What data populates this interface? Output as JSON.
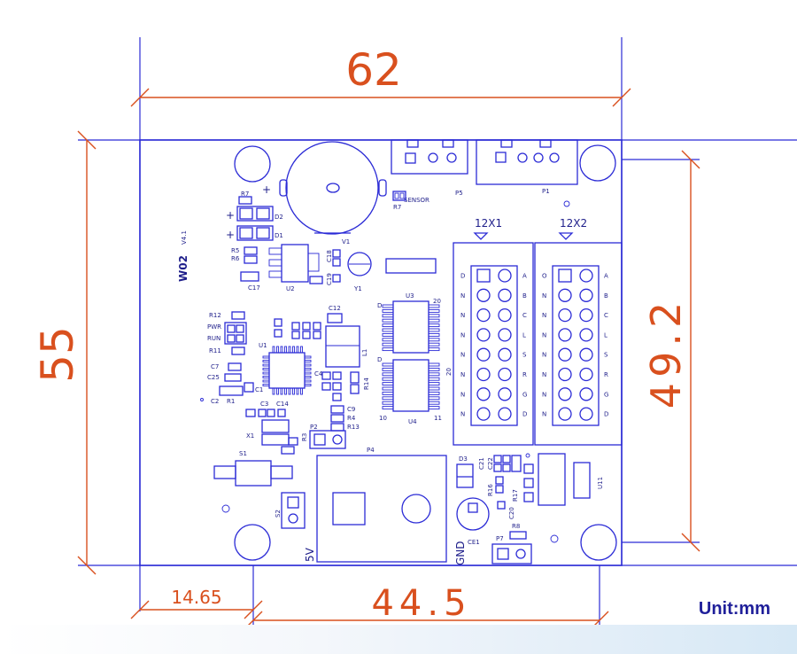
{
  "dimensions": {
    "width": "62",
    "height": "55",
    "hole_span_vertical": "49.2",
    "hole_offset_left": "14.65",
    "hole_span_horizontal": "44.5"
  },
  "unit_label": "Unit:mm",
  "board": {
    "name": "W02",
    "version": "V4.1",
    "headers": [
      "12X1",
      "12X2"
    ],
    "header1_left": [
      "D",
      "N",
      "N",
      "N",
      "N",
      "N",
      "N",
      "N"
    ],
    "header1_right": [
      "A",
      "B",
      "C",
      "L",
      "S",
      "R",
      "G",
      "D"
    ],
    "header2_left": [
      "O",
      "N",
      "N",
      "N",
      "N",
      "N",
      "N",
      "N"
    ],
    "header2_right": [
      "A",
      "B",
      "C",
      "L",
      "S",
      "R",
      "G",
      "D"
    ],
    "labels": {
      "sensor": "SENSOR",
      "p5": "P5",
      "p1": "P1",
      "r7": "R7",
      "r7b": "R7",
      "d2": "D2",
      "d1": "D1",
      "r5": "R5",
      "r6": "R6",
      "c17": "C17",
      "u2": "U2",
      "v1": "V1",
      "y1": "Y1",
      "c18": "C18",
      "c19": "C19",
      "u3": "U3",
      "u4": "U4",
      "l1": "L1",
      "r14": "R14",
      "c12": "C12",
      "r12": "R12",
      "pwr": "PWR",
      "run": "RUN",
      "r11": "R11",
      "u1": "U1",
      "c7": "C7",
      "c25": "C25",
      "c2": "C2",
      "r1": "R1",
      "c1": "C1",
      "c4": "C4",
      "c9": "C9",
      "r4": "R4",
      "r13": "R13",
      "c3": "C3",
      "c14": "C14",
      "x1": "X1",
      "p2": "P2",
      "r3": "R3",
      "p4": "P4",
      "s1": "S1",
      "s2": "S2",
      "d3": "D3",
      "r16": "R16",
      "r17": "R17",
      "c20": "C20",
      "c21": "C21",
      "c22": "C22",
      "u11": "U11",
      "ce1": "CE1",
      "p7": "P7",
      "r8": "R8",
      "v5": "5V",
      "gnd": "GND",
      "pin20a": "20",
      "pin20b": "20",
      "pin11": "11",
      "pin10": "10",
      "d_top": "D",
      "d_mid": "D",
      "plus1": "+",
      "plus2": "+",
      "plus3": "+"
    }
  }
}
